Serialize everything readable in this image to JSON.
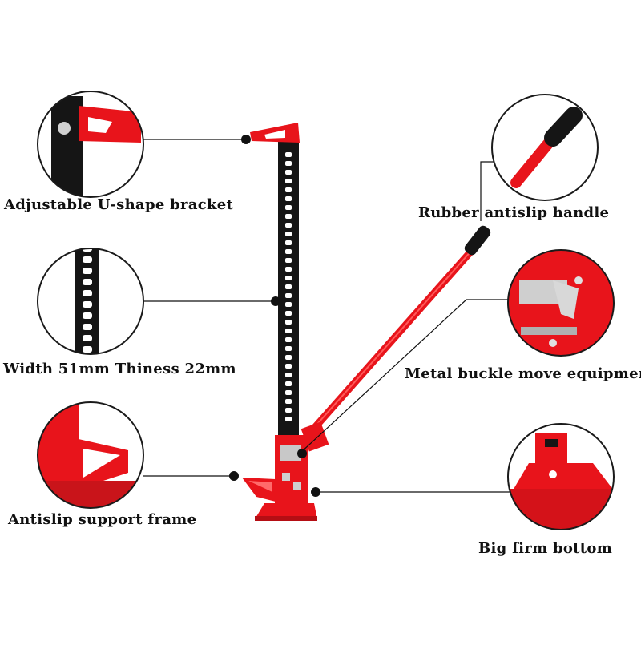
{
  "colors": {
    "jack_red": "#e8141b",
    "steel_black": "#151515",
    "line": "#111111",
    "circle_border": "#1a1a1a"
  },
  "callouts": {
    "bracket": {
      "label": "Adjustable U-shape bracket"
    },
    "bar": {
      "label": "Width 51mm Thiness 22mm"
    },
    "frame": {
      "label": "Antislip support frame"
    },
    "handle": {
      "label": "Rubber antislip handle"
    },
    "buckle": {
      "label": "Metal buckle move equipment"
    },
    "bottom": {
      "label": "Big firm bottom"
    }
  }
}
